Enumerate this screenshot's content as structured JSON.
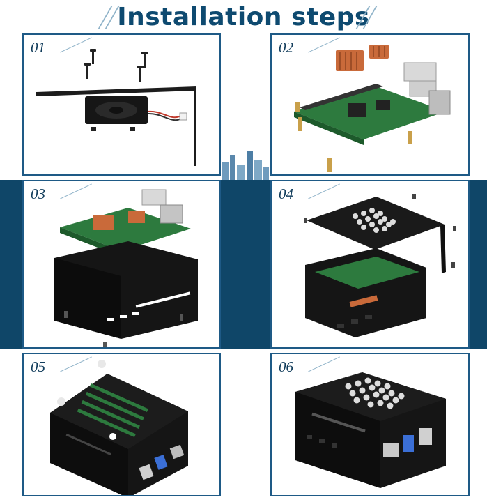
{
  "title": "Installation steps",
  "steps": [
    {
      "number": "01"
    },
    {
      "number": "02"
    },
    {
      "number": "03"
    },
    {
      "number": "04"
    },
    {
      "number": "05"
    },
    {
      "number": "06"
    }
  ],
  "colors": {
    "title": "#0e4a70",
    "band": "#0f4668",
    "panel_border": "#1e5a86",
    "case_black": "#151515",
    "pcb_green": "#2d7a3e",
    "heatsink": "#c96a3a"
  }
}
